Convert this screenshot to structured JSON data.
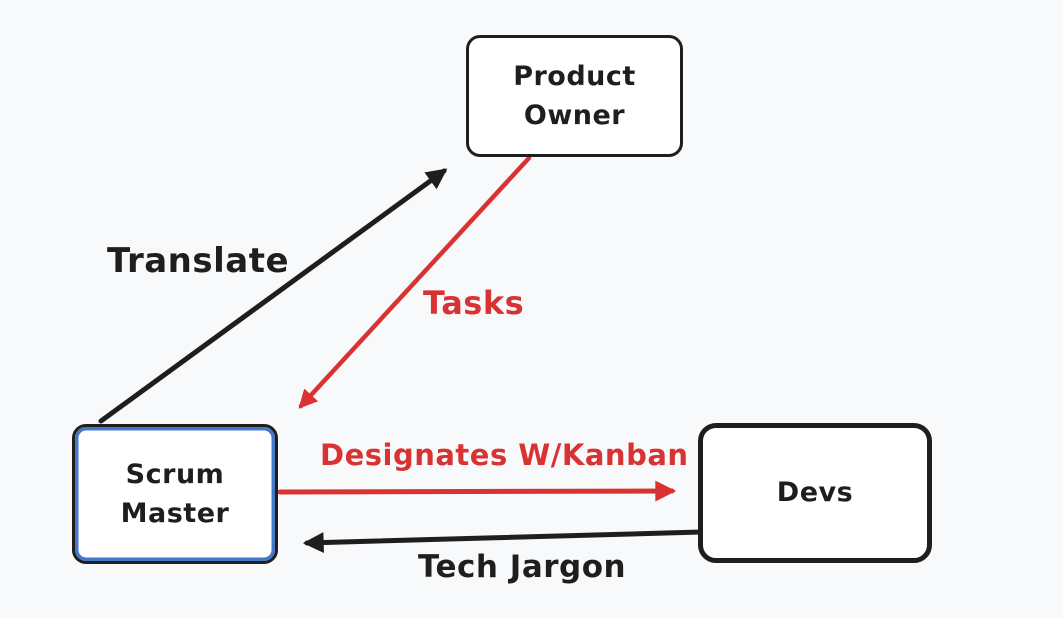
{
  "diagram": {
    "background_color": "#f8f9fb",
    "colors": {
      "stroke_black": "#1e1e1e",
      "accent_red": "#d93232",
      "selection_blue": "#4478c8",
      "node_fill": "#ffffff"
    },
    "nodes": {
      "product_owner": {
        "label": "Product\nOwner"
      },
      "scrum_master": {
        "label": "Scrum\nMaster",
        "selected": "true"
      },
      "devs": {
        "label": "Devs"
      }
    },
    "edges": {
      "translate": {
        "label": "Translate",
        "color": "#1e1e1e",
        "from": "scrum_master",
        "to": "product_owner"
      },
      "tasks": {
        "label": "Tasks",
        "color": "#d93232",
        "from": "product_owner",
        "to": "scrum_master"
      },
      "designates": {
        "label": "Designates W/Kanban",
        "color": "#d93232",
        "from": "scrum_master",
        "to": "devs"
      },
      "tech_jargon": {
        "label": "Tech Jargon",
        "color": "#1e1e1e",
        "from": "devs",
        "to": "scrum_master"
      }
    }
  }
}
